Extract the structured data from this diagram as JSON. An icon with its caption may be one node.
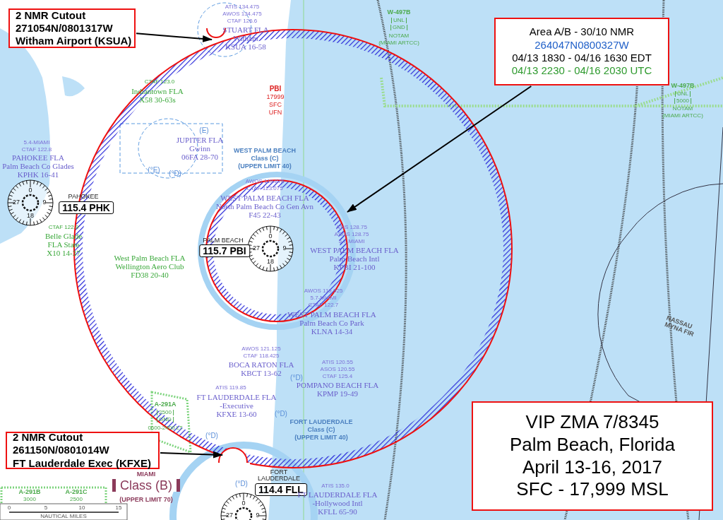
{
  "diagram": {
    "nodes": [
      {
        "text": [
          "2 NMR Cutout",
          "271054N/0801317W",
          "Witham Airport (KSUA)"
        ]
      },
      {
        "text": [
          "Area A/B - 30/10 NMR",
          "264047N0800327W",
          "04/13 1830 - 04/16 1630 EDT",
          "04/13 2230 - 04/16 2030 UTC"
        ]
      },
      {
        "text": [
          "2 NMR Cutout",
          "261150N/0801014W",
          "FT Lauderdale Exec (KFXE)"
        ]
      },
      {
        "text": [
          "VIP ZMA 7/8345",
          "Palm Beach, Florida",
          "April 13-16, 2017",
          "SFC - 17,999 MSL"
        ]
      }
    ],
    "edges": [
      {
        "from": 0,
        "to": null,
        "arrow": "to"
      },
      {
        "from": 1,
        "to": null,
        "arrow": "to"
      },
      {
        "from": 2,
        "to": null,
        "arrow": "to"
      }
    ],
    "labels": [
      "ATIS 134.475",
      "AWOS 134.475",
      "CTAF 126.6",
      "STUART FLA",
      "Witham",
      "KSUA 16-58",
      "W-497B",
      "UNL",
      "GND",
      "NOTAM",
      "(MIAMI ARTCC)",
      "CTAF 123.0",
      "Indiantown FLA",
      "X58 30-63s",
      "PBI",
      "17999",
      "SFC",
      "UFN",
      "W-497B",
      "UNL",
      "5000",
      "NOTAM",
      "(MIAMI ARTCC)",
      "(E)",
      "JUPITER FLA",
      "Gwinn",
      "06FA 28-70",
      "5.4-MIAMI",
      "CTAF 122.8",
      "PAHOKEE FLA",
      "Palm Beach Co Glades",
      "KPHK 16-41",
      "WEST PALM BEACH",
      "Class (C)",
      "(UPPER LIMIT 40)",
      "(°E)",
      "(°D)",
      "AWOS 119.875",
      "CTAF 123.075",
      "WEST PALM BEACH FLA",
      "North Palm Beach Co Gen Avn",
      "F45 22-43",
      "PAHOKEE",
      "115.4 PHK",
      "0",
      "27",
      "9",
      "18",
      "CTAF 122.9",
      "Belle Glade",
      "FLA State",
      "X10 14-37",
      "West Palm Beach FLA",
      "Wellington Aero Club",
      "FD38 20-40",
      "PALM BEACH",
      "115.7 PBI",
      "0",
      "27",
      "9",
      "18",
      "ATIS 128.75",
      "ASOS 128.75",
      "5.7-MIAMI",
      "WEST PALM BEACH FLA",
      "Palm Beach Intl",
      "KPBI 21-100",
      "AWOS 119.925",
      "5.7-MIAMI",
      "CTAF 122.7",
      "WEST PALM BEACH FLA",
      "Palm Beach Co Park",
      "KLNA 14-34",
      "NASSAU",
      "MYNA FIR",
      "AWOS 121.125",
      "CTAF 118.425",
      "BOCA RATON FLA",
      "KBCT 13-62",
      "ATIS 120.55",
      "ASOS 120.55",
      "CTAF 125.4",
      "POMPANO BEACH FLA",
      "KPMP 19-49",
      "ATIS 119.85",
      "FT LAUDERDALE FLA",
      "-Executive",
      "KFXE 13-60",
      "(°D)",
      "A-291A",
      "2500",
      "GND",
      "0600-2400 LT",
      "FORT LAUDERDALE",
      "Class (C)",
      "(UPPER LIMIT 40)",
      "(°D)",
      "(°D)",
      "(°D)",
      "MIAMI",
      "Class (B)",
      "(UPPER LIMIT 70)",
      "FORT",
      "LAUDERDALE",
      "114.4 FLL",
      "0",
      "27",
      "9",
      "ATIS 135.0",
      "FT LAUDERDALE FLA",
      "-Hollywood Intl",
      "KFLL 65-90",
      "A-291B",
      "3000",
      "A-291C",
      "2500",
      "0",
      "5",
      "10",
      "15",
      "NAUTICAL MILES"
    ]
  }
}
